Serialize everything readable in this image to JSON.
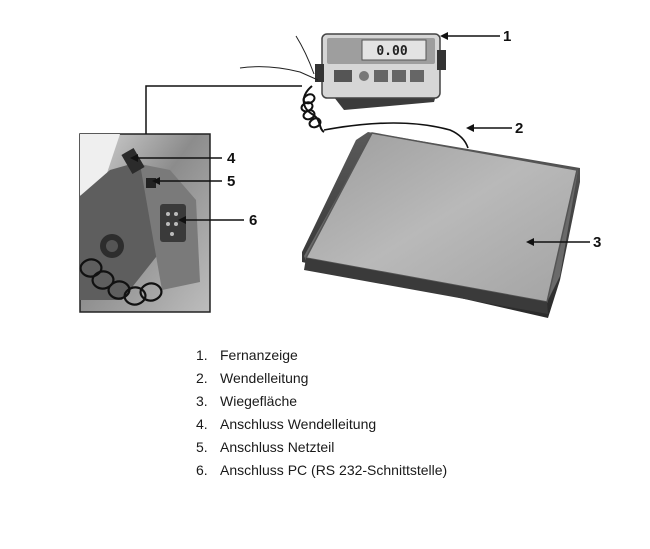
{
  "diagram": {
    "display_reading": "0.00",
    "callouts": [
      "1",
      "2",
      "3",
      "4",
      "5",
      "6"
    ]
  },
  "legend": [
    {
      "num": "1.",
      "text": "Fernanzeige"
    },
    {
      "num": "2.",
      "text": "Wendelleitung"
    },
    {
      "num": "3.",
      "text": "Wiegefläche"
    },
    {
      "num": "4.",
      "text": "Anschluss Wendelleitung"
    },
    {
      "num": "5.",
      "text": "Anschluss Netzteil"
    },
    {
      "num": "6.",
      "text": "Anschluss PC (RS 232-Schnittstelle)"
    }
  ]
}
